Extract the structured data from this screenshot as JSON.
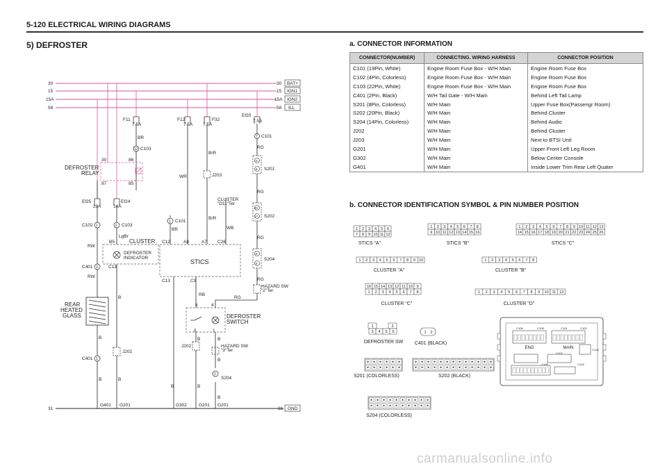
{
  "header": {
    "title": "5-120  ELECTRICAL WIRING DIAGRAMS"
  },
  "section_title": "5)  DEFROSTER",
  "wiring": {
    "rails": [
      {
        "left": "30",
        "right": "30",
        "tag": "BAT+"
      },
      {
        "left": "15",
        "right": "15",
        "tag": "IGN1"
      },
      {
        "left": "15A",
        "right": "15A",
        "tag": "IGN2"
      },
      {
        "left": "58",
        "right": "58",
        "tag": "ILL"
      }
    ],
    "ground": {
      "left": "31",
      "right": "31",
      "tag": "GND"
    },
    "fuses": {
      "f11": "F11",
      "f11_rating": "7.5A",
      "f12": "F12",
      "f12_rating": "7.5A",
      "f32": "F32",
      "f32_rating": "7.5A",
      "ef20": "Ef20",
      "ef20_rating": "7.5A",
      "ef25": "Ef25",
      "ef25_rating": "20A",
      "ef24": "Ef24",
      "ef24_rating": "10A"
    },
    "relay": {
      "label1": "DEFROSTER",
      "label2": "RELAY",
      "p30": "30",
      "p86": "86",
      "p87": "87",
      "p85": "85"
    },
    "wires": {
      "br": "BR",
      "brr": "BrR",
      "wr": "WR",
      "rg": "RG",
      "rw": "RW",
      "lgbr": "LgBr",
      "wb": "WB",
      "rb": "RB",
      "b": "B"
    },
    "connectors": {
      "c103_pin": "12",
      "c103": "C103",
      "c101": "C101",
      "c101_pin": "7",
      "c101b": "C101",
      "c101b_pin": "1",
      "c102": "C102",
      "c102_pin": "1",
      "c103b": "C103",
      "c103b_pin": "2",
      "c401": "C401",
      "c401_pin": "2",
      "c13": "C13",
      "b5": "B5",
      "c12": "C12",
      "a8": "A8",
      "a7": "A7",
      "c26": "C26",
      "c9": "C9",
      "c13b": "C13",
      "j203": "J203",
      "j202": "J202",
      "j202b": "J202",
      "c401b": "C401",
      "c401b_pin": "1",
      "s201": "S201",
      "s202": "S202",
      "s204": "S204",
      "s204b": "S204",
      "s201_p1": "5",
      "s201_p2": "6",
      "s202_p1": "20",
      "s202_p2": "17",
      "s204_p1": "8",
      "s204_p2": "6",
      "s204b_p": "2"
    },
    "components": {
      "cluster": "CLUSTER",
      "defroster_ind1": "DEFROSTER",
      "defroster_ind2": "INDICATOR",
      "stics": "STICS",
      "cluster_ref1": "CLUSTER",
      "cluster_ref2": "\"D11\"Ter",
      "hazard1_1": "HAZARD SW",
      "hazard1_2": "\"2\"Ter",
      "hazard2_1": "HAZARD SW",
      "hazard2_2": "\"3\"Ter",
      "rear1": "REAR",
      "rear2": "HEATED",
      "rear3": "GLASS",
      "defsw1": "DEFROSTER",
      "defsw2": "SWITCH",
      "sw_p6": "6",
      "sw_p4": "4",
      "sw_p5": "5",
      "sw_p1": "1"
    },
    "grounds": {
      "g401": "G401",
      "g201a": "G201",
      "g302": "G302",
      "g201b": "G201",
      "g201c": "G201"
    }
  },
  "connector_info": {
    "title": "a.  CONNECTOR  INFORMATION",
    "headers": [
      "CONNECTOR(NUMBER)",
      "CONNECTING. WIRING HARNESS",
      "CONNECTOR POSITION"
    ],
    "rows": [
      [
        "C101 (19Pin, White)",
        "Engine Room Fuse Box - W/H Main",
        "Engine Room Fuse Box"
      ],
      [
        "C102 (4Pin, Colorless)",
        "Engine Room Fuse Box - W/H Main",
        "Engine Room Fuse Box"
      ],
      [
        "C103 (22Pin, White)",
        "Engine Room Fuse Box - W/H Main",
        "Engine Room Fuse Box"
      ],
      [
        "C401 (2Pin, Black)",
        "W/H Tail Gate - W/H Main",
        "Behind Left Tail Lamp"
      ],
      [
        "S201 (8Pin, Colorless)",
        "W/H Main",
        "Upper Fuse Box(Passengr Room)"
      ],
      [
        "S202 (20Pin, Black)",
        "W/H Main",
        "Behind Cluster"
      ],
      [
        "S204 (14Pin, Colorless)",
        "W/H Main",
        "Behind Audio"
      ],
      [
        "J202",
        "W/H Main",
        "Behind Cluster"
      ],
      [
        "J203",
        "W/H Main",
        "Next to BTSI Unit"
      ],
      [
        "G201",
        "W/H Main",
        "Upper Front Left Leg Room"
      ],
      [
        "G302",
        "W/H Main",
        "Below Center Console"
      ],
      [
        "G401",
        "W/H Main",
        "Inside Lower Trim Rear Left Quater"
      ]
    ]
  },
  "connector_ident": {
    "title": "b.  CONNECTOR  IDENTIFICATION  SYMBOL  &  PIN  NUMBER  POSITION",
    "stics_a": {
      "label": "STICS \"A\"",
      "row1": [
        "1",
        "2",
        "3",
        "4",
        "5",
        "6"
      ],
      "row2": [
        "7",
        "8",
        "9",
        "10",
        "11",
        "12"
      ]
    },
    "stics_b": {
      "label": "STICS \"B\"",
      "row1": [
        "1",
        "2",
        "3",
        "4",
        "5",
        "6",
        "7",
        "8"
      ],
      "row2": [
        "9",
        "10",
        "11",
        "12",
        "13",
        "14",
        "15",
        "16"
      ]
    },
    "stics_c": {
      "label": "STICS \"C\"",
      "row1": [
        "1",
        "2",
        "3",
        "4",
        "5",
        "6",
        "7",
        "8",
        "9",
        "10",
        "11",
        "12",
        "13"
      ],
      "row2": [
        "14",
        "15",
        "16",
        "17",
        "18",
        "19",
        "20",
        "21",
        "22",
        "23",
        "24",
        "25",
        "26"
      ]
    },
    "cluster_a": {
      "label": "CLUSTER \"A\"",
      "row1": [
        "1",
        "2",
        "3",
        "4",
        "5",
        "6",
        "7",
        "8",
        "9",
        "10"
      ]
    },
    "cluster_b": {
      "label": "CLUSTER \"B\"",
      "row1": [
        "1",
        "2",
        "3",
        "4",
        "5",
        "6",
        "7",
        "8"
      ]
    },
    "cluster_c": {
      "label": "CLUSTER \"C\"",
      "row1": [
        "16",
        "15",
        "14",
        "13",
        "12",
        "11",
        "10",
        "9"
      ],
      "row2": [
        "1",
        "2",
        "3",
        "4",
        "5",
        "6",
        "7",
        "8"
      ]
    },
    "cluster_d": {
      "label": "CLUSTER \"D\"",
      "row1": [
        "1",
        "2",
        "3",
        "4",
        "5",
        "6",
        "7",
        "8",
        "9",
        "10",
        "11",
        "12"
      ]
    },
    "defroster_sw": {
      "label": "DEFROSTER  SW",
      "p1": "1",
      "p2": "2",
      "row": [
        "3",
        "4",
        "5",
        "6"
      ]
    },
    "c401": {
      "label": "C401  (BLACK)",
      "p1": "1",
      "p2": "2"
    },
    "s201": {
      "label": "S201  (COLORLESS)"
    },
    "s202": {
      "label": "S202  (BLACK)"
    },
    "s204": {
      "label": "S204  (COLORLESS)"
    },
    "fusebox": {
      "eng": "ENG",
      "main": "MAIN",
      "c106": "C106",
      "c108": "C108",
      "c101": "C101",
      "c102": "C102",
      "c103": "C103",
      "c104": "C104",
      "c105": "C105",
      "c107": "C107"
    }
  },
  "watermark": "carmanualsonline.info"
}
